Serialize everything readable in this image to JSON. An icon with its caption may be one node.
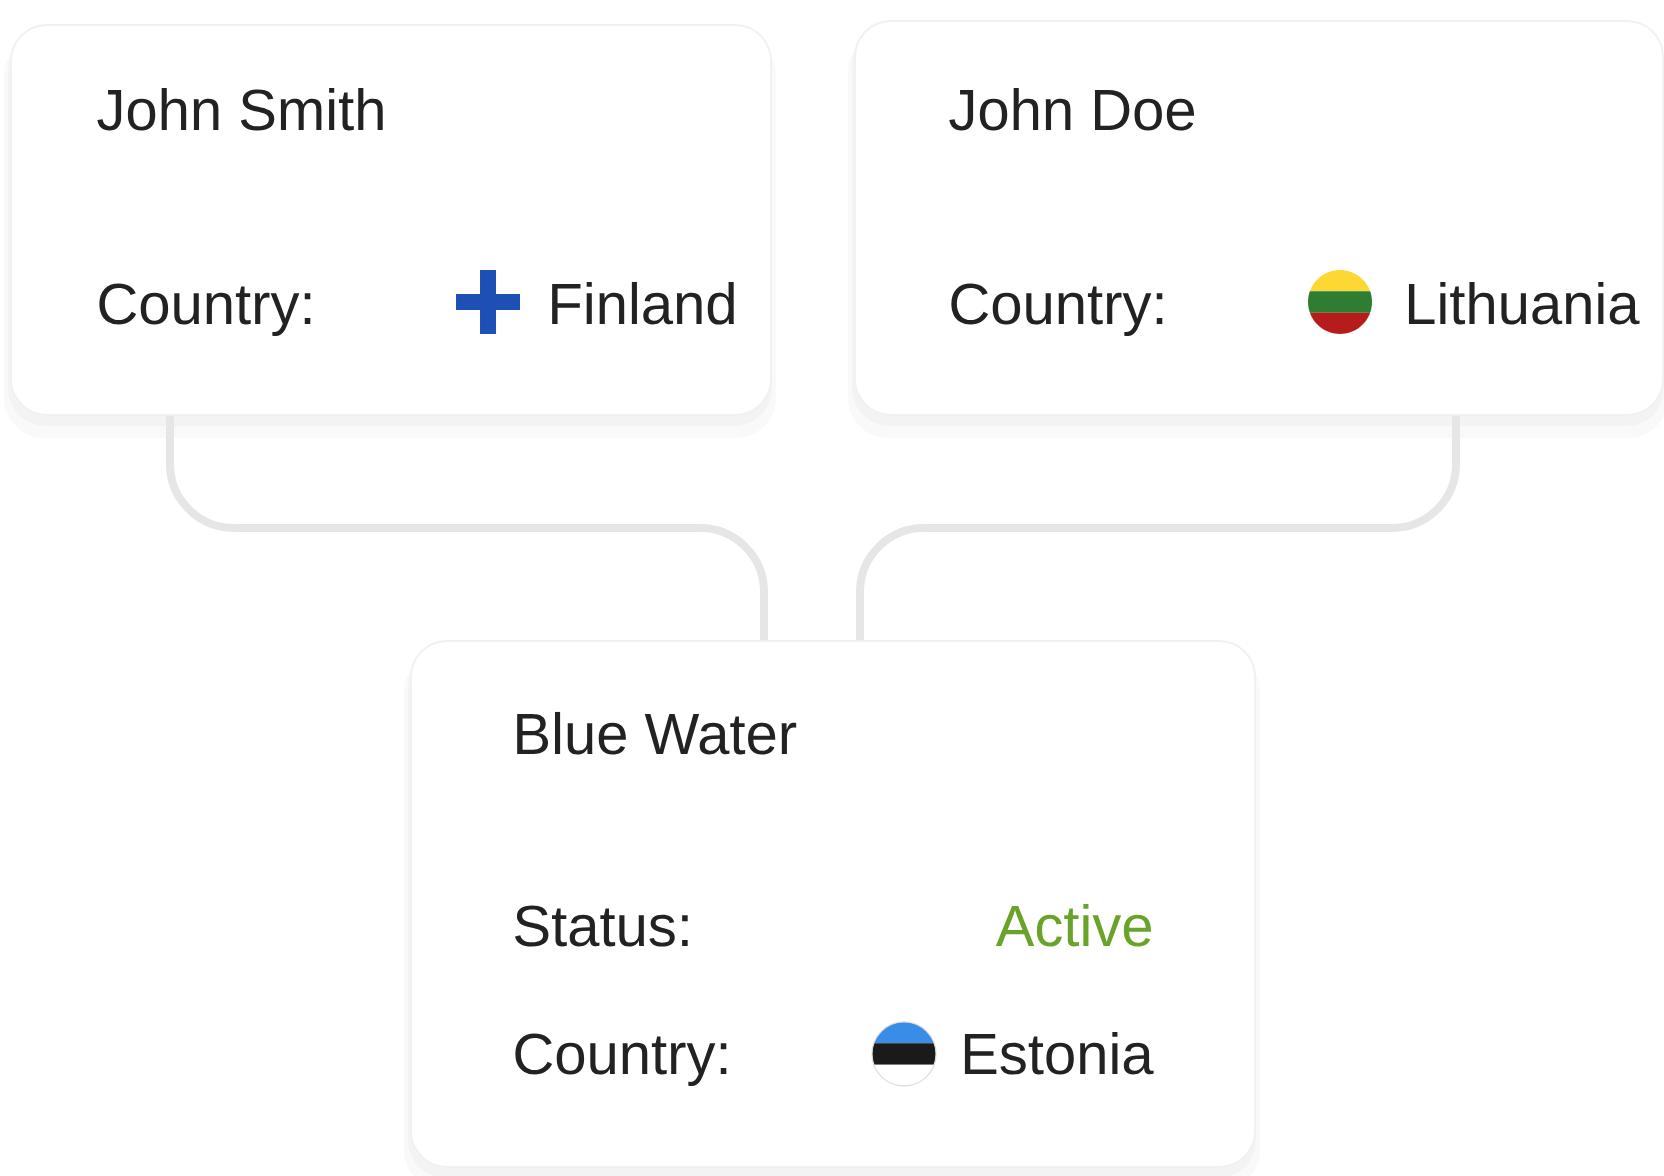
{
  "diagram": {
    "nodes": [
      {
        "text": [
          "John Smith",
          "Country:",
          "Finland"
        ]
      },
      {
        "text": [
          "John Doe",
          "Country:",
          "Lithuania"
        ]
      },
      {
        "text": [
          "Blue Water",
          "Status:",
          "Active",
          "Country:",
          "Estonia"
        ]
      }
    ],
    "edges": [
      {
        "from": 0,
        "to": 2,
        "arrow": "none"
      },
      {
        "from": 1,
        "to": 2,
        "arrow": "none"
      }
    ]
  }
}
